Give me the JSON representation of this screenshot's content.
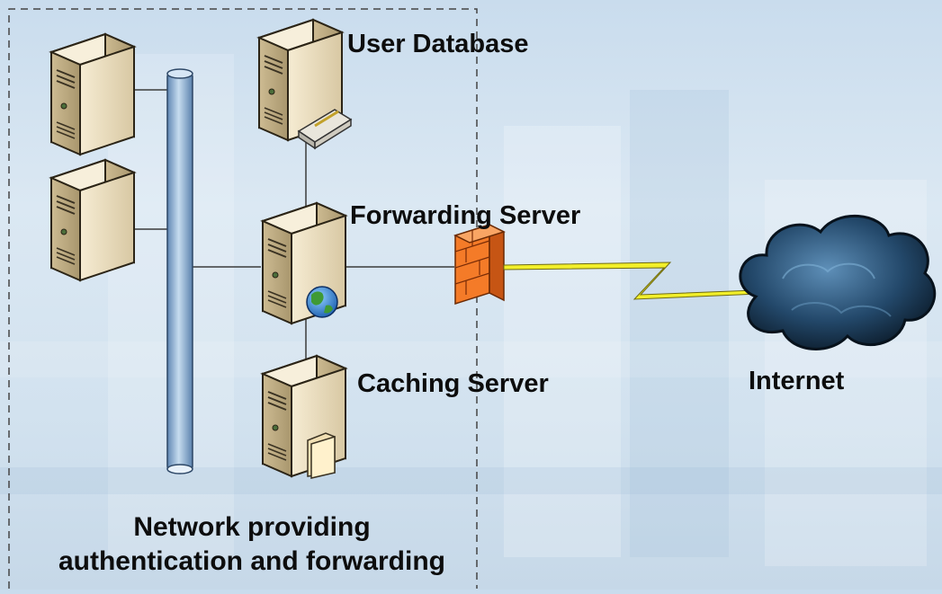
{
  "labels": {
    "user_database": "User Database",
    "forwarding_server": "Forwarding Server",
    "caching_server": "Caching Server",
    "internet": "Internet",
    "network_line1": "Network providing",
    "network_line2": "authentication and forwarding"
  },
  "icons": [
    "server-icon",
    "database-drive-icon",
    "globe-icon",
    "folder-icon",
    "firewall-icon",
    "cloud-icon",
    "lightning-link-icon",
    "network-bus-icon"
  ],
  "colors": {
    "background": "#d2e2ef",
    "server_body": "#e9dcc0",
    "bus": "#9bb8d6",
    "firewall": "#f07a2a",
    "lightning": "#f2ef2a",
    "cloud": "#1d3d58"
  }
}
